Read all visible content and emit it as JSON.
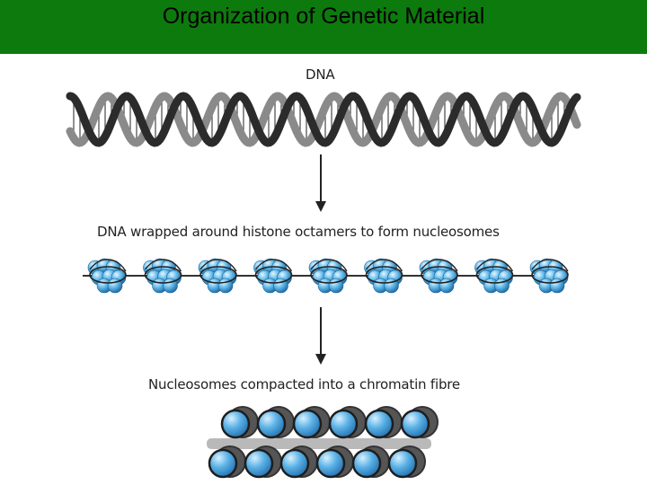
{
  "header": {
    "title": "Organization of Genetic Material"
  },
  "diagram": {
    "stage1_label": "DNA",
    "stage2_label": "DNA wrapped around histone octamers to form nucleosomes",
    "stage3_label": "Nucleosomes compacted into a chromatin fibre"
  },
  "colors": {
    "header_bg": "#0d7a0d",
    "strand_dark": "#2b2b2b",
    "strand_light": "#8a8a8a",
    "histone_blue": "#4aa8e0"
  }
}
